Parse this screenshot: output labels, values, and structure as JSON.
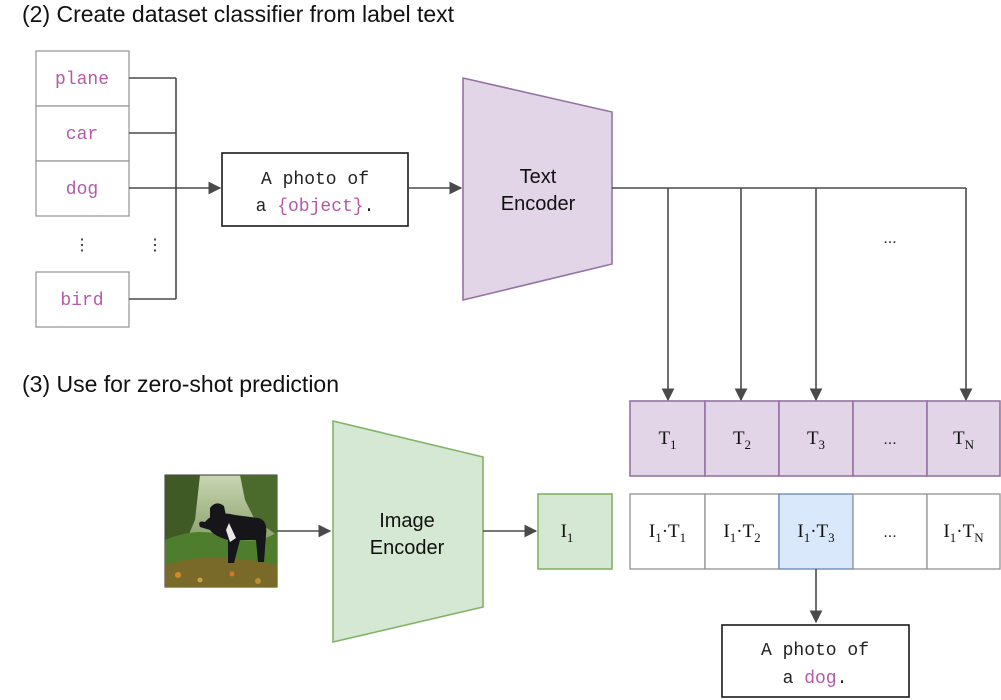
{
  "headings": {
    "step2": "(2) Create dataset classifier from label text",
    "step3": "(3) Use for zero-shot prediction"
  },
  "labels": [
    "plane",
    "car",
    "dog",
    "bird"
  ],
  "vertical_ellipsis": "⋮",
  "prompt": {
    "line1": "A photo of",
    "line2_prefix": "a ",
    "placeholder": "{object}",
    "line2_suffix": "."
  },
  "text_encoder": {
    "line1": "Text",
    "line2": "Encoder"
  },
  "image_encoder": {
    "line1": "Image",
    "line2": "Encoder"
  },
  "ellipsis": "...",
  "text_embeddings": [
    "1",
    "2",
    "3",
    "...",
    "N"
  ],
  "image_embedding": "1",
  "highlight_index": 2,
  "prediction": {
    "line1": "A photo of",
    "line2_prefix": "a ",
    "word": "dog",
    "line2_suffix": "."
  },
  "colors": {
    "label_text": "#b45aa8",
    "text_encoder_fill": "#e1d5e7",
    "text_encoder_stroke": "#9673a6",
    "image_encoder_fill": "#d5e8d4",
    "image_encoder_stroke": "#82b366",
    "highlight_fill": "#dae8fc",
    "highlight_stroke": "#6c8ebf",
    "arrow": "#4a4a4a"
  },
  "photo": {
    "subject": "black dog standing in grass"
  }
}
